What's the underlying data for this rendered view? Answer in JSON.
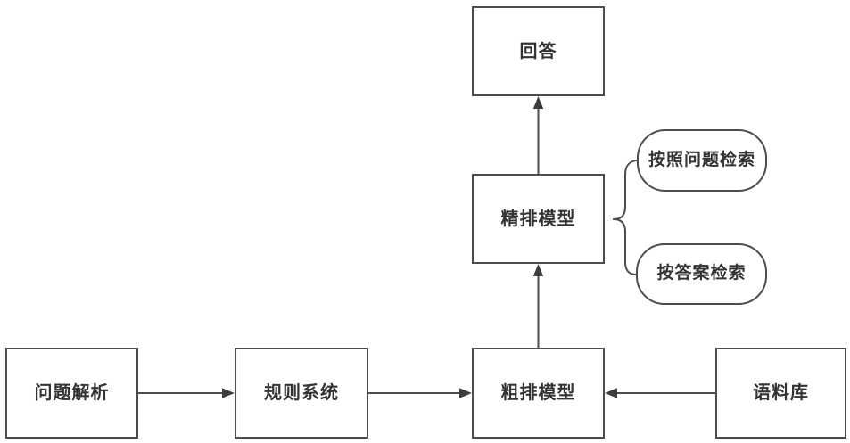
{
  "diagram": {
    "description": "Question-answering pipeline flowchart",
    "colors": {
      "background": "#ffffff",
      "line": "#4d4d4d",
      "arrowhead": "#3d3d3d",
      "text": "#333333",
      "node_fill": "#ffffff"
    },
    "nodes": {
      "answer": {
        "label": "回答",
        "shape": "rectangle"
      },
      "fine_rank": {
        "label": "精排模型",
        "shape": "rectangle"
      },
      "coarse_rank": {
        "label": "粗排模型",
        "shape": "rectangle"
      },
      "question_parse": {
        "label": "问题解析",
        "shape": "rectangle"
      },
      "rule_system": {
        "label": "规则系统",
        "shape": "rectangle"
      },
      "corpus": {
        "label": "语料库",
        "shape": "rectangle"
      },
      "search_by_question": {
        "label": "按照问题检索",
        "shape": "rounded"
      },
      "search_by_answer": {
        "label": "按答案检索",
        "shape": "rounded"
      }
    },
    "edges": [
      {
        "from": "question_parse",
        "to": "rule_system",
        "type": "arrow"
      },
      {
        "from": "rule_system",
        "to": "coarse_rank",
        "type": "arrow"
      },
      {
        "from": "corpus",
        "to": "coarse_rank",
        "type": "arrow"
      },
      {
        "from": "coarse_rank",
        "to": "fine_rank",
        "type": "arrow"
      },
      {
        "from": "fine_rank",
        "to": "answer",
        "type": "arrow"
      },
      {
        "from": "fine_rank",
        "to": "search_by_question",
        "type": "brace"
      },
      {
        "from": "fine_rank",
        "to": "search_by_answer",
        "type": "brace"
      }
    ]
  }
}
